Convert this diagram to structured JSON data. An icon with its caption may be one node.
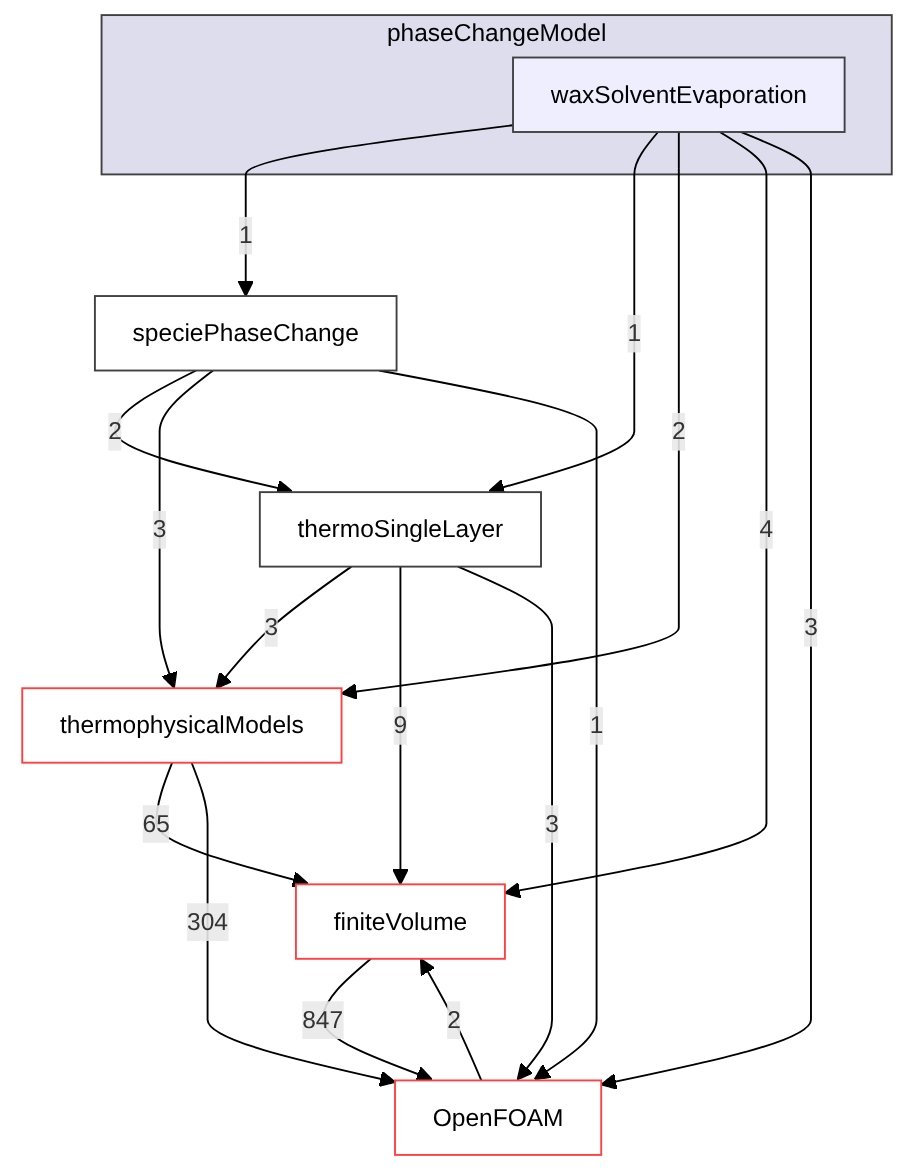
{
  "diagram": {
    "nodes": [
      {
        "text": [
          "phaseChangeModel"
        ]
      },
      {
        "text": [
          "waxSolventEvaporation"
        ],
        "in": 0
      },
      {
        "text": [
          "speciePhaseChange"
        ]
      },
      {
        "text": [
          "thermoSingleLayer"
        ]
      },
      {
        "text": [
          "thermophysicalModels"
        ]
      },
      {
        "text": [
          "finiteVolume"
        ]
      },
      {
        "text": [
          "OpenFOAM"
        ]
      }
    ],
    "edges": [
      {
        "from": 1,
        "to": 2,
        "arrow": "to",
        "label": "1"
      },
      {
        "from": 1,
        "to": 3,
        "arrow": "to",
        "label": "1"
      },
      {
        "from": 1,
        "to": 4,
        "arrow": "to",
        "label": "2"
      },
      {
        "from": 1,
        "to": 5,
        "arrow": "to",
        "label": "4"
      },
      {
        "from": 1,
        "to": 6,
        "arrow": "to",
        "label": "3"
      },
      {
        "from": 2,
        "to": 3,
        "arrow": "to",
        "label": "2"
      },
      {
        "from": 2,
        "to": 4,
        "arrow": "to",
        "label": "3"
      },
      {
        "from": 2,
        "to": 6,
        "arrow": "to",
        "label": "1"
      },
      {
        "from": 3,
        "to": 4,
        "arrow": "to",
        "label": "3"
      },
      {
        "from": 3,
        "to": 5,
        "arrow": "to",
        "label": "9"
      },
      {
        "from": 3,
        "to": 6,
        "arrow": "to",
        "label": "3"
      },
      {
        "from": 4,
        "to": 5,
        "arrow": "to",
        "label": "65"
      },
      {
        "from": 4,
        "to": 6,
        "arrow": "to",
        "label": "304"
      },
      {
        "from": 5,
        "to": 6,
        "arrow": "to",
        "label": "847"
      },
      {
        "from": 6,
        "to": 5,
        "arrow": "to",
        "label": "2"
      }
    ]
  }
}
